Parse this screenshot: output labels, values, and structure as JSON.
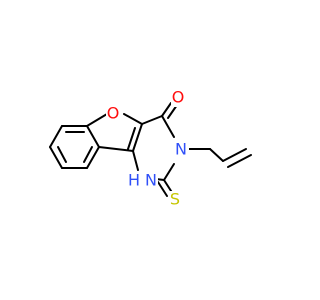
{
  "molecule": {
    "atoms": {
      "oxygen_ring": {
        "label": "O",
        "color": "#ff0d0d"
      },
      "oxygen_carbonyl": {
        "label": "O",
        "color": "#ff0d0d"
      },
      "nitrogen_n3": {
        "label": "N",
        "color": "#3050f8"
      },
      "nitrogen_nh": {
        "label": "N",
        "color": "#3050f8"
      },
      "hydrogen_nh": {
        "label": "H",
        "color": "#3050f8"
      },
      "sulfur": {
        "label": "S",
        "color": "#c6c600"
      }
    }
  }
}
